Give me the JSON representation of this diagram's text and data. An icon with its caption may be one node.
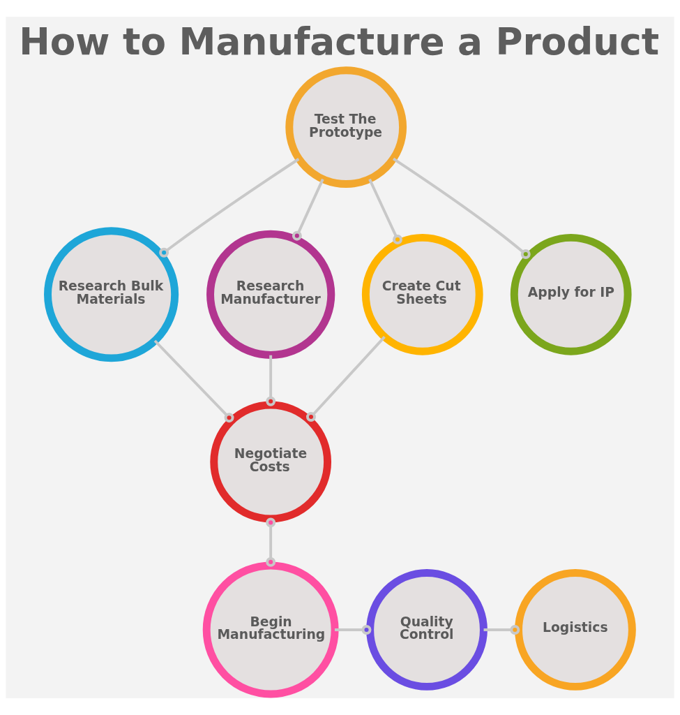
{
  "diagram": {
    "title": "How to Manufacture a Product",
    "nodes": [
      {
        "text": [
          "Test The Prototype"
        ]
      },
      {
        "text": [
          "Research Bulk Materials"
        ]
      },
      {
        "text": [
          "Research Manufacturer"
        ]
      },
      {
        "text": [
          "Create Cut Sheets"
        ]
      },
      {
        "text": [
          "Apply for IP"
        ]
      },
      {
        "text": [
          "Negotiate Costs"
        ]
      },
      {
        "text": [
          "Begin Manufacturing"
        ]
      },
      {
        "text": [
          "Quality Control"
        ]
      },
      {
        "text": [
          "Logistics"
        ]
      }
    ],
    "edges": [
      {
        "from": 0,
        "to": 1,
        "arrow": "other"
      },
      {
        "from": 0,
        "to": 2,
        "arrow": "other"
      },
      {
        "from": 0,
        "to": 3,
        "arrow": "other"
      },
      {
        "from": 0,
        "to": 4,
        "arrow": "other"
      },
      {
        "from": 1,
        "to": 5,
        "arrow": "other"
      },
      {
        "from": 2,
        "to": 5,
        "arrow": "other"
      },
      {
        "from": 3,
        "to": 5,
        "arrow": "other"
      },
      {
        "from": 5,
        "to": 6,
        "arrow": "other"
      },
      {
        "from": 6,
        "to": 7,
        "arrow": "other"
      },
      {
        "from": 7,
        "to": 8,
        "arrow": "other"
      }
    ]
  }
}
